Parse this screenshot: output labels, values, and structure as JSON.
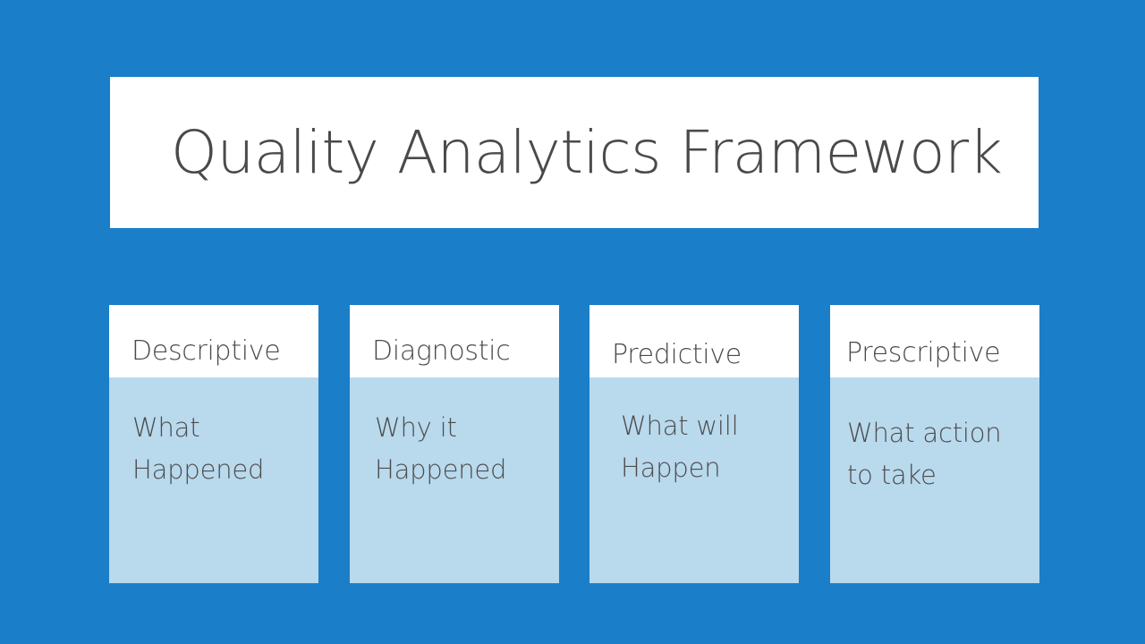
{
  "slide": {
    "background_color": "#1b7ec8",
    "title": "Quality Analytics Framework",
    "title_color": "#4a4a4a",
    "card_header_background": "#ffffff",
    "card_body_background": "#b9d9ed",
    "cards": [
      {
        "header": "Descriptive",
        "body": "What\nHappened"
      },
      {
        "header": "Diagnostic",
        "body": "Why it\nHappened"
      },
      {
        "header": "Predictive",
        "body": "What will\nHappen"
      },
      {
        "header": "Prescriptive",
        "body": "What action\nto take"
      }
    ]
  }
}
